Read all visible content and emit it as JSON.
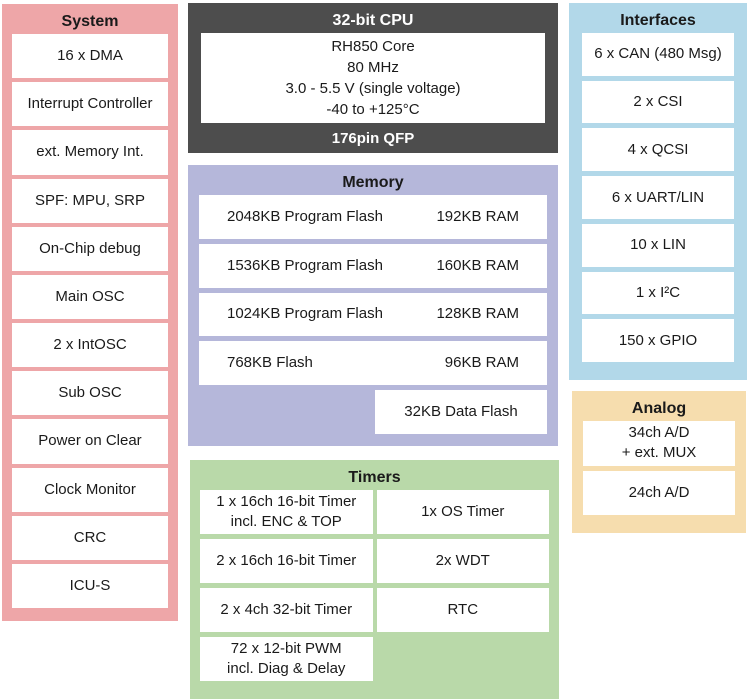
{
  "palette": {
    "system_bg": "#eea6a8",
    "cpu_bg": "#4d4d4d",
    "memory_bg": "#b5b7da",
    "timers_bg": "#b9d9a9",
    "interfaces_bg": "#b2d8e9",
    "analog_bg": "#f6ddae",
    "box_bg": "#ffffff",
    "text": "#1a1a1a",
    "cpu_text": "#ffffff"
  },
  "system": {
    "title": "System",
    "items": [
      "16 x DMA",
      "Interrupt Controller",
      "ext. Memory Int.",
      "SPF: MPU, SRP",
      "On-Chip debug",
      "Main OSC",
      "2 x IntOSC",
      "Sub OSC",
      "Power on Clear",
      "Clock Monitor",
      "CRC",
      "ICU-S"
    ]
  },
  "cpu": {
    "title": "32-bit CPU",
    "core_lines": [
      "RH850 Core",
      "80 MHz",
      "3.0 - 5.5 V (single voltage)",
      "-40 to +125°C"
    ],
    "package": "176pin QFP"
  },
  "memory": {
    "title": "Memory",
    "rows": [
      {
        "flash": "2048KB Program Flash",
        "ram": "192KB RAM"
      },
      {
        "flash": "1536KB Program Flash",
        "ram": "160KB RAM"
      },
      {
        "flash": "1024KB Program Flash",
        "ram": "128KB RAM"
      },
      {
        "flash": "768KB Flash",
        "ram": "96KB RAM"
      }
    ],
    "data_flash": "32KB Data Flash"
  },
  "timers": {
    "title": "Timers",
    "cells": [
      "1 x 16ch 16-bit Timer\nincl. ENC & TOP",
      "1x OS Timer",
      "2 x 16ch 16-bit Timer",
      "2x WDT",
      "2 x 4ch 32-bit Timer",
      "RTC",
      "72 x 12-bit PWM\nincl. Diag & Delay"
    ]
  },
  "interfaces": {
    "title": "Interfaces",
    "items": [
      "6 x CAN (480 Msg)",
      "2 x CSI",
      "4 x QCSI",
      "6 x UART/LIN",
      "10 x LIN",
      "1 x I²C",
      "150 x GPIO"
    ]
  },
  "analog": {
    "title": "Analog",
    "items": [
      "34ch A/D\n+ ext. MUX",
      "24ch A/D"
    ]
  }
}
